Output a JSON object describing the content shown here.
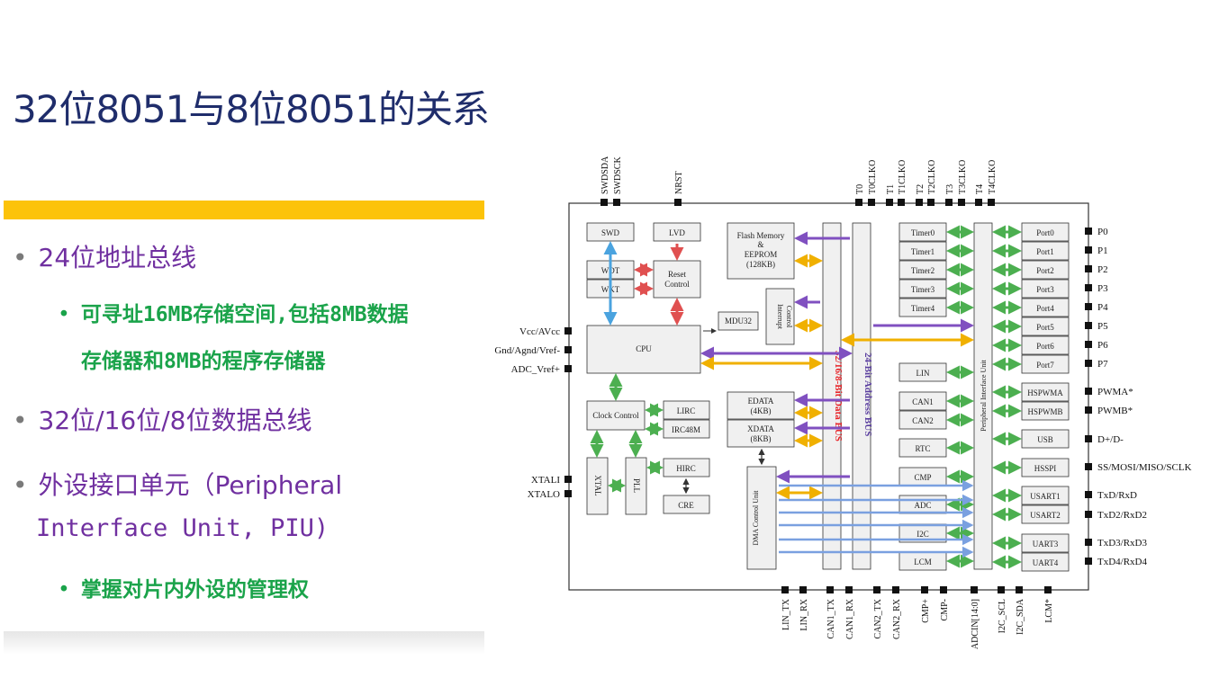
{
  "slide": {
    "title": "32位8051与8位8051的关系",
    "bullets": [
      {
        "text": "24位地址总线",
        "level": 1
      },
      {
        "text": "可寻址16MB存储空间,包括8MB数据",
        "level": 2
      },
      {
        "text": "存储器和8MB的程序存储器",
        "level": 2
      },
      {
        "text": "32位/16位/8位数据总线",
        "level": 1
      },
      {
        "text": "外设接口单元（Peripheral",
        "level": 1
      },
      {
        "text": "Interface Unit, PIU)",
        "level": 1
      },
      {
        "text": "掌握对片内外设的管理权",
        "level": 2
      }
    ]
  },
  "diagram": {
    "top_pins": [
      "SWDSDA",
      "SWDSCK",
      "NRST",
      "T0",
      "T0CLKO",
      "T1",
      "T1CLKO",
      "T2",
      "T2CLKO",
      "T3",
      "T3CLKO",
      "T4",
      "T4CLKO"
    ],
    "left_pins": [
      "Vcc/AVcc",
      "Gnd/Agnd/Vref-",
      "ADC_Vref+",
      "XTALI",
      "XTALO"
    ],
    "right_pins": [
      "P0",
      "P1",
      "P2",
      "P3",
      "P4",
      "P5",
      "P6",
      "P7",
      "PWMA*",
      "PWMB*",
      "D+/D-",
      "SS/MOSI/MISO/SCLK",
      "TxD/RxD",
      "TxD2/RxD2",
      "TxD3/RxD3",
      "TxD4/RxD4"
    ],
    "bottom_pins": [
      "LIN_TX",
      "LIN_RX",
      "CAN1_TX",
      "CAN1_RX",
      "CAN2_TX",
      "CAN2_RX",
      "CMP+",
      "CMP-",
      "ADCIN[14:0]",
      "I2C_SCL",
      "I2C_SDA",
      "LCM*"
    ],
    "blocks": {
      "swd": "SWD",
      "lvd": "LVD",
      "wdt": "WDT",
      "wkt": "WKT",
      "reset1": "Reset",
      "reset2": "Control",
      "cpu": "CPU",
      "mdu": "MDU32",
      "flash1": "Flash Memory",
      "flash2": "&",
      "flash3": "EEPROM",
      "flash4": "(128KB)",
      "int1": "Interrupt",
      "int2": "Control",
      "clock": "Clock Control",
      "lirc": "LIRC",
      "irc48": "IRC48M",
      "hirc": "HIRC",
      "cre": "CRE",
      "xtal": "XTAL",
      "pll": "PLL",
      "edata1": "EDATA",
      "edata2": "(4KB)",
      "xdata1": "XDATA",
      "xdata2": "(8KB)",
      "dma": "DMA Control Unit",
      "databus": "32/16/8-Bit Data BUS",
      "addrbus": "24-Bit Address BUS",
      "piu": "Peripheral Interface Unit",
      "timers": [
        "Timer0",
        "Timer1",
        "Timer2",
        "Timer3",
        "Timer4"
      ],
      "ports": [
        "Port0",
        "Port1",
        "Port2",
        "Port3",
        "Port4",
        "Port5",
        "Port6",
        "Port7"
      ],
      "hspwma": "HSPWMA",
      "hspwmb": "HSPWMB",
      "usb": "USB",
      "hsspi": "HSSPI",
      "usart1": "USART1",
      "usart2": "USART2",
      "uart3": "UART3",
      "uart4": "UART4",
      "lin": "LIN",
      "can1": "CAN1",
      "can2": "CAN2",
      "rtc": "RTC",
      "cmp": "CMP",
      "adc": "ADC",
      "i2c": "I2C",
      "lcm": "LCM"
    }
  },
  "colors": {
    "title": "#1f2d6b",
    "bullet1": "#7030a0",
    "bullet2": "#1aa34a",
    "gold": "#fcc30a",
    "databus_text": "#e8252a",
    "addrbus_text": "#5b3fa0",
    "arrow_green": "#4caf50",
    "arrow_yellow": "#f0b000",
    "arrow_purple": "#8050c0",
    "arrow_red": "#e05050",
    "arrow_blue": "#4aa3df",
    "block_fill": "#f0f0f0"
  }
}
